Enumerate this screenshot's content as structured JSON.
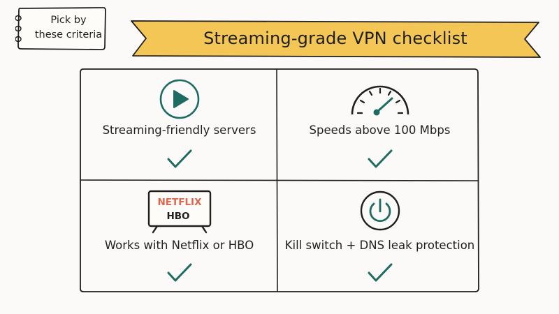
{
  "note": {
    "line1": "Pick by",
    "line2": "these criteria"
  },
  "title": "Streaming-grade VPN checklist",
  "criteria": [
    {
      "label": "Streaming-friendly servers",
      "icon": "play-icon",
      "checked": true
    },
    {
      "label": "Speeds above 100 Mbps",
      "icon": "speedometer-icon",
      "checked": true
    },
    {
      "label": "Works with Netflix or HBO",
      "icon": "tv-icon",
      "checked": true,
      "tv_text": [
        "NETFLIX",
        "HBO"
      ]
    },
    {
      "label": "Kill switch + DNS leak protection",
      "icon": "power-icon",
      "checked": true
    }
  ],
  "colors": {
    "banner": "#f4c656",
    "accent": "#1e6b62",
    "netflix": "#e0664f",
    "ink": "#1f1f1f"
  }
}
